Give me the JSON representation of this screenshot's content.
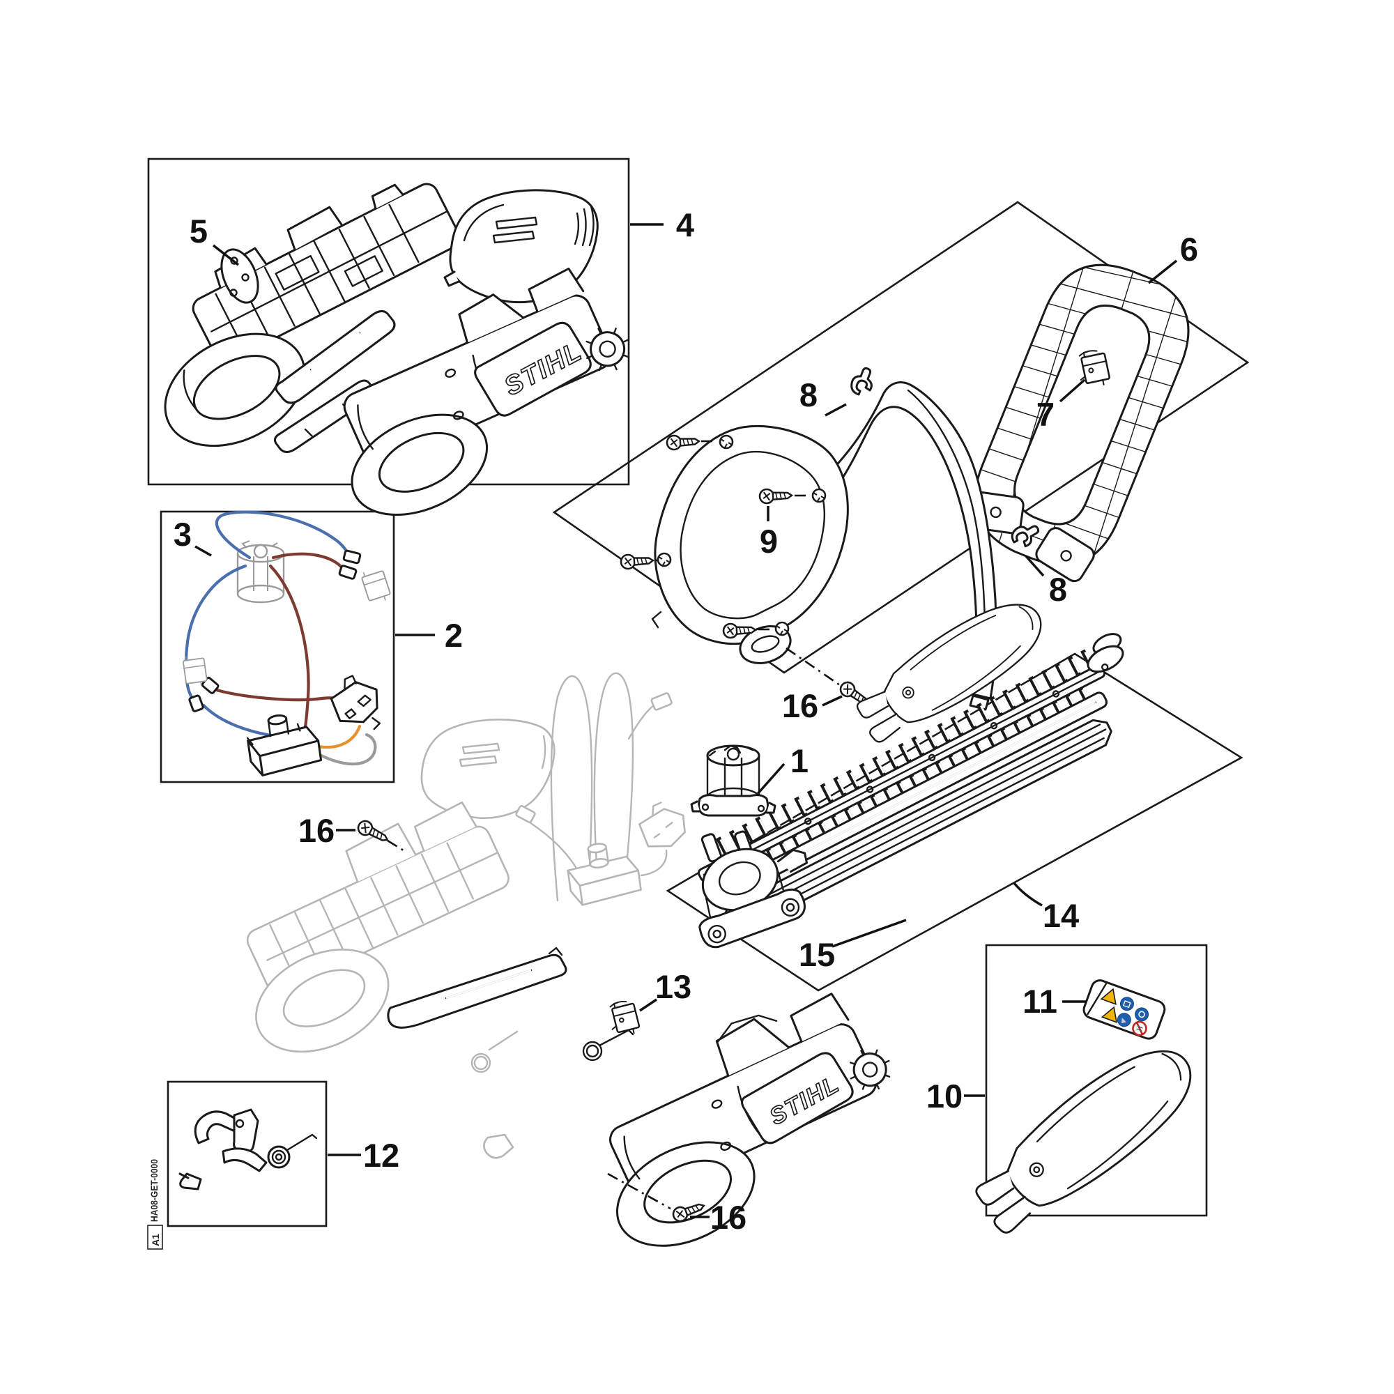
{
  "diagram": {
    "type": "exploded-parts-diagram",
    "brand_logo": "STIHL",
    "footer": {
      "code": "HA08-GET-0000",
      "revision": "A1"
    },
    "colors": {
      "outline": "#1a1a1a",
      "ghost_gray": "#b5b5b5",
      "wire_blue": "#4a6fae",
      "wire_brown": "#7d3a30",
      "wire_orange": "#e5912f",
      "wire_gray": "#9a9a9a",
      "sticker_yellow": "#f0b400",
      "sticker_blue": "#1d5fae",
      "sticker_red": "#c3231e"
    },
    "callouts": [
      {
        "num": "1",
        "part": "electric-motor"
      },
      {
        "num": "2",
        "part": "wiring-harness-group"
      },
      {
        "num": "3",
        "part": "wiring-harness"
      },
      {
        "num": "4",
        "part": "housing-assembly"
      },
      {
        "num": "5",
        "part": "cover-plate"
      },
      {
        "num": "6",
        "part": "loop-handle-assembly"
      },
      {
        "num": "7",
        "part": "handle-micro-switch"
      },
      {
        "num": "8",
        "part": "cable-clip-upper"
      },
      {
        "num": "8",
        "part": "cable-clip-lower"
      },
      {
        "num": "9",
        "part": "handle-screw"
      },
      {
        "num": "10",
        "part": "hand-guard"
      },
      {
        "num": "11",
        "part": "warning-label"
      },
      {
        "num": "12",
        "part": "trigger-parts-kit"
      },
      {
        "num": "13",
        "part": "micro-switch"
      },
      {
        "num": "14",
        "part": "cutter-blade-assembly"
      },
      {
        "num": "15",
        "part": "gear-head"
      },
      {
        "num": "16",
        "part": "collar-screw"
      },
      {
        "num": "16",
        "part": "housing-screw-left"
      },
      {
        "num": "16",
        "part": "housing-screw-bottom"
      }
    ]
  }
}
